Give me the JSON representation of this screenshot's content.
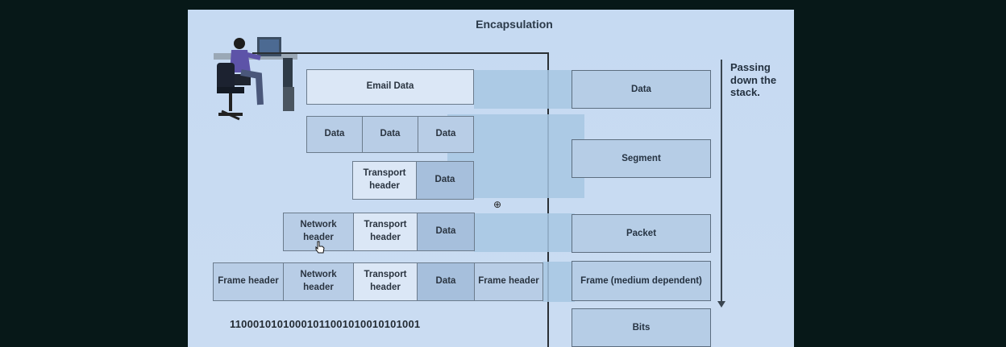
{
  "title": "Encapsulation",
  "direction_label": "Passing down the stack.",
  "rows": [
    {
      "cells": [
        {
          "label": "Email Data",
          "kind": "light"
        }
      ]
    },
    {
      "cells": [
        {
          "label": "Data",
          "kind": "normal"
        },
        {
          "label": "Data",
          "kind": "normal"
        },
        {
          "label": "Data",
          "kind": "normal"
        }
      ]
    },
    {
      "cells": [
        {
          "label": "Transport header",
          "kind": "light"
        },
        {
          "label": "Data",
          "kind": "data"
        }
      ]
    },
    {
      "cells": [
        {
          "label": "Network header",
          "kind": "normal"
        },
        {
          "label": "Transport header",
          "kind": "light"
        },
        {
          "label": "Data",
          "kind": "data"
        }
      ]
    },
    {
      "cells": [
        {
          "label": "Frame header",
          "kind": "normal"
        },
        {
          "label": "Network header",
          "kind": "normal"
        },
        {
          "label": "Transport header",
          "kind": "light"
        },
        {
          "label": "Data",
          "kind": "data"
        },
        {
          "label": "Frame header",
          "kind": "normal"
        }
      ]
    }
  ],
  "layers": [
    "Data",
    "Segment",
    "Packet",
    "Frame (medium dependent)",
    "Bits"
  ],
  "bits": "11000101010001011001010010101001",
  "icons": {
    "user": "computer-user-icon",
    "crosshair": "crosshair-icon",
    "cursor": "hand-cursor-icon"
  },
  "colors": {
    "slide": "#c8dbf2",
    "band": "#a7c7e3",
    "box": "#b8cde6",
    "border": "#6b7b8c"
  }
}
